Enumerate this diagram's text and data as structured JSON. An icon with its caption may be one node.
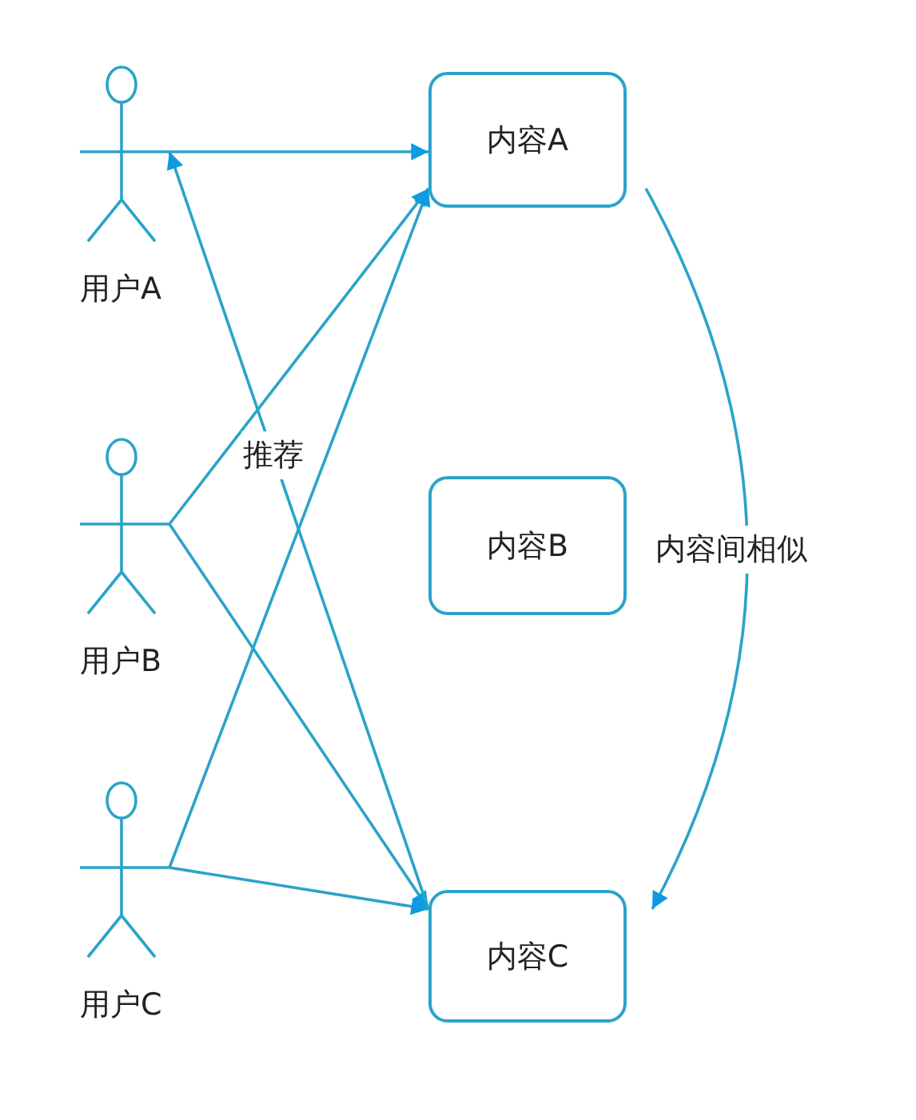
{
  "diagram": {
    "nodes": [
      {
        "text": [
          "用户A"
        ]
      },
      {
        "text": [
          "用户B"
        ]
      },
      {
        "text": [
          "用户C"
        ]
      },
      {
        "text": [
          "内容A"
        ]
      },
      {
        "text": [
          "内容B"
        ]
      },
      {
        "text": [
          "内容C"
        ]
      }
    ],
    "edges": [
      {
        "from": 0,
        "to": 3,
        "arrow": "to"
      },
      {
        "from": 1,
        "to": 3,
        "arrow": "to"
      },
      {
        "from": 1,
        "to": 5,
        "arrow": "to"
      },
      {
        "from": 2,
        "to": 3,
        "arrow": "to"
      },
      {
        "from": 2,
        "to": 5,
        "arrow": "to"
      },
      {
        "from": 5,
        "to": 0,
        "arrow": "to",
        "label": "推荐"
      },
      {
        "from": 3,
        "to": 5,
        "arrow": "to",
        "label": "内容间相似"
      }
    ]
  }
}
